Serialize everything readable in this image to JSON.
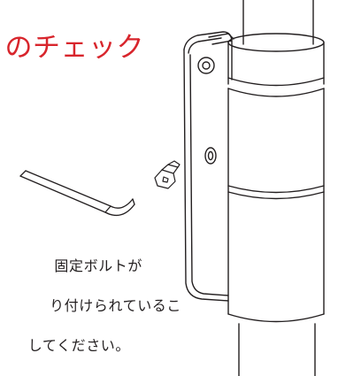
{
  "heading": {
    "text": "のチェック",
    "color": "#d8252c"
  },
  "body": {
    "lines": [
      "固定ボルトが",
      "り付けられているこ",
      "してください。"
    ],
    "color": "#231f20"
  },
  "illustration": {
    "items": [
      "hex-key",
      "hex-bolt",
      "pole-clamp-assembly"
    ]
  }
}
